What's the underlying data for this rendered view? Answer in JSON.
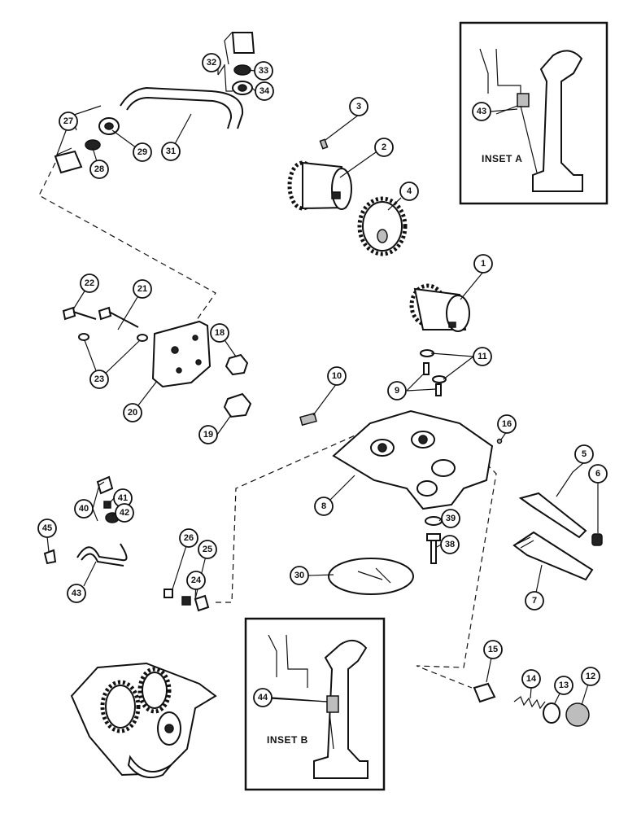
{
  "callouts": [
    {
      "id": "c1",
      "label": "1"
    },
    {
      "id": "c2",
      "label": "2"
    },
    {
      "id": "c3",
      "label": "3"
    },
    {
      "id": "c4",
      "label": "4"
    },
    {
      "id": "c5",
      "label": "5"
    },
    {
      "id": "c6",
      "label": "6"
    },
    {
      "id": "c7",
      "label": "7"
    },
    {
      "id": "c8",
      "label": "8"
    },
    {
      "id": "c9",
      "label": "9"
    },
    {
      "id": "c10",
      "label": "10"
    },
    {
      "id": "c11",
      "label": "11"
    },
    {
      "id": "c12",
      "label": "12"
    },
    {
      "id": "c13",
      "label": "13"
    },
    {
      "id": "c14",
      "label": "14"
    },
    {
      "id": "c15",
      "label": "15"
    },
    {
      "id": "c16",
      "label": "16"
    },
    {
      "id": "c18",
      "label": "18"
    },
    {
      "id": "c19",
      "label": "19"
    },
    {
      "id": "c20",
      "label": "20"
    },
    {
      "id": "c21",
      "label": "21"
    },
    {
      "id": "c22",
      "label": "22"
    },
    {
      "id": "c23",
      "label": "23"
    },
    {
      "id": "c24",
      "label": "24"
    },
    {
      "id": "c25",
      "label": "25"
    },
    {
      "id": "c26",
      "label": "26"
    },
    {
      "id": "c27",
      "label": "27"
    },
    {
      "id": "c28",
      "label": "28"
    },
    {
      "id": "c29",
      "label": "29"
    },
    {
      "id": "c30",
      "label": "30"
    },
    {
      "id": "c31",
      "label": "31"
    },
    {
      "id": "c32",
      "label": "32"
    },
    {
      "id": "c33",
      "label": "33"
    },
    {
      "id": "c34",
      "label": "34"
    },
    {
      "id": "c38",
      "label": "38"
    },
    {
      "id": "c39",
      "label": "39"
    },
    {
      "id": "c40",
      "label": "40"
    },
    {
      "id": "c41",
      "label": "41"
    },
    {
      "id": "c42",
      "label": "42"
    },
    {
      "id": "c43",
      "label": "43"
    },
    {
      "id": "c43a",
      "label": "43"
    },
    {
      "id": "c44",
      "label": "44"
    },
    {
      "id": "c45",
      "label": "45"
    }
  ],
  "insets": {
    "a": {
      "title": "INSET A"
    },
    "b": {
      "title": "INSET B"
    }
  }
}
